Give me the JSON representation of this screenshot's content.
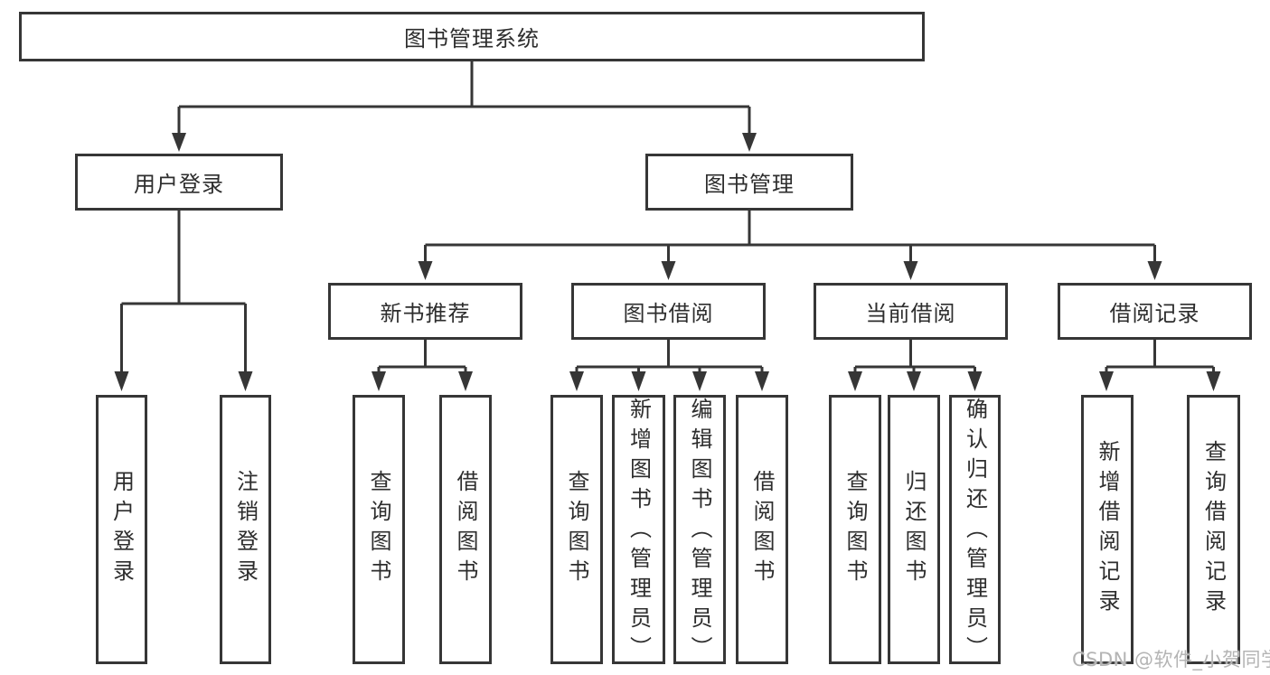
{
  "tree": {
    "root": {
      "label": "图书管理系统"
    },
    "login_branch": {
      "label": "用户登录",
      "children": [
        {
          "label": "用户登录"
        },
        {
          "label": "注销登录"
        }
      ]
    },
    "management_branch": {
      "label": "图书管理",
      "sections": [
        {
          "label": "新书推荐",
          "children": [
            {
              "label": "查询图书"
            },
            {
              "label": "借阅图书"
            }
          ]
        },
        {
          "label": "图书借阅",
          "children": [
            {
              "label": "查询图书"
            },
            {
              "label": "新增图书（管理员）"
            },
            {
              "label": "编辑图书（管理员）"
            },
            {
              "label": "借阅图书"
            }
          ]
        },
        {
          "label": "当前借阅",
          "children": [
            {
              "label": "查询图书"
            },
            {
              "label": "归还图书"
            },
            {
              "label": "确认归还（管理员）"
            }
          ]
        },
        {
          "label": "借阅记录",
          "children": [
            {
              "label": "新增借阅记录"
            },
            {
              "label": "查询借阅记录"
            }
          ]
        }
      ]
    }
  },
  "watermark": "CSDN @软件_小贺同学",
  "colors": {
    "line": "#363636",
    "box_border": "#363636",
    "text": "#2d2d2d",
    "background": "#ffffff",
    "watermark": "#b4b4b4"
  }
}
